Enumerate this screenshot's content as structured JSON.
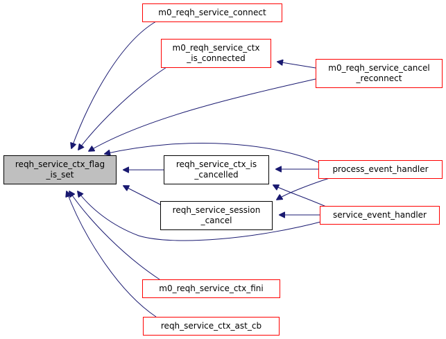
{
  "title": "reqh_service_ctx_flag_is_set caller graph",
  "colors": {
    "edge": "#191970",
    "focus_fill": "#bfbfbf",
    "focus_border": "#000000",
    "node_border_red": "#ff0000",
    "node_border_black": "#000000",
    "node_fill": "#ffffff"
  },
  "nodes": [
    {
      "id": "focus",
      "lines": [
        "reqh_service_ctx_flag",
        "_is_set"
      ],
      "style": "focus"
    },
    {
      "id": "connect",
      "lines": [
        "m0_reqh_service_connect"
      ],
      "style": "red"
    },
    {
      "id": "ctx_is_connected",
      "lines": [
        "m0_reqh_service_ctx",
        "_is_connected"
      ],
      "style": "red"
    },
    {
      "id": "cancel_reconnect",
      "lines": [
        "m0_reqh_service_cancel",
        "_reconnect"
      ],
      "style": "red"
    },
    {
      "id": "ctx_is_cancelled",
      "lines": [
        "reqh_service_ctx_is",
        "_cancelled"
      ],
      "style": "black"
    },
    {
      "id": "session_cancel",
      "lines": [
        "reqh_service_session",
        "_cancel"
      ],
      "style": "black"
    },
    {
      "id": "process_event_handler",
      "lines": [
        "process_event_handler"
      ],
      "style": "red"
    },
    {
      "id": "service_event_handler",
      "lines": [
        "service_event_handler"
      ],
      "style": "red"
    },
    {
      "id": "ctx_fini",
      "lines": [
        "m0_reqh_service_ctx_fini"
      ],
      "style": "red"
    },
    {
      "id": "ctx_ast_cb",
      "lines": [
        "reqh_service_ctx_ast_cb"
      ],
      "style": "red"
    }
  ],
  "edges": [
    {
      "from": "connect",
      "to": "focus"
    },
    {
      "from": "ctx_is_connected",
      "to": "focus"
    },
    {
      "from": "cancel_reconnect",
      "to": "focus"
    },
    {
      "from": "process_event_handler",
      "to": "focus"
    },
    {
      "from": "ctx_is_cancelled",
      "to": "focus"
    },
    {
      "from": "session_cancel",
      "to": "focus"
    },
    {
      "from": "service_event_handler",
      "to": "focus"
    },
    {
      "from": "ctx_fini",
      "to": "focus"
    },
    {
      "from": "ctx_ast_cb",
      "to": "focus"
    },
    {
      "from": "cancel_reconnect",
      "to": "ctx_is_connected"
    },
    {
      "from": "process_event_handler",
      "to": "ctx_is_cancelled"
    },
    {
      "from": "service_event_handler",
      "to": "ctx_is_cancelled"
    },
    {
      "from": "process_event_handler",
      "to": "session_cancel"
    },
    {
      "from": "service_event_handler",
      "to": "session_cancel"
    }
  ]
}
